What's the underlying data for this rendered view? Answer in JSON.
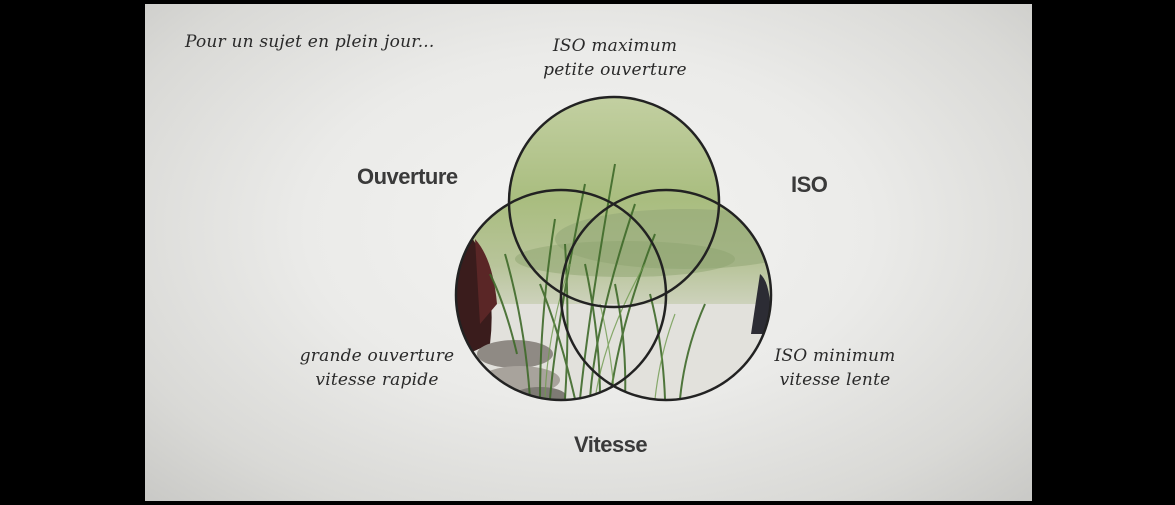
{
  "slide": {
    "intro": "Pour un sujet en plein jour...",
    "notes": {
      "top_line1": "ISO maximum",
      "top_line2": "petite ouverture",
      "left_line1": "grande ouverture",
      "left_line2": "vitesse rapide",
      "right_line1": "ISO minimum",
      "right_line2": "vitesse lente"
    },
    "labels": {
      "ouverture": "Ouverture",
      "iso": "ISO",
      "vitesse": "Vitesse"
    }
  },
  "colors": {
    "background": "#000000",
    "slide": "#ebebe9",
    "circle_stroke": "#222222",
    "text": "#2a2a2a"
  }
}
